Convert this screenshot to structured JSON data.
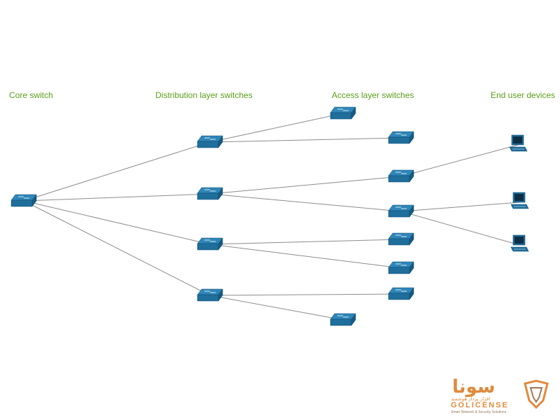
{
  "columns": {
    "core": "Core switch",
    "distribution": "Distribution layer switches",
    "access": "Access layer switches",
    "end_user": "End user devices"
  },
  "colors": {
    "device": "#1f6e9c",
    "device_top": "#2f86b8",
    "link": "#8c8c8c",
    "label": "#5a9e1a",
    "watermark": "#e08a3c"
  },
  "nodes": {
    "core": [
      {
        "id": "core-1",
        "type": "switch"
      }
    ],
    "distribution": [
      {
        "id": "dist-1",
        "type": "switch"
      },
      {
        "id": "dist-2",
        "type": "switch"
      },
      {
        "id": "dist-3",
        "type": "switch"
      },
      {
        "id": "dist-4",
        "type": "switch"
      }
    ],
    "access": [
      {
        "id": "acc-1",
        "type": "switch"
      },
      {
        "id": "acc-2",
        "type": "switch"
      },
      {
        "id": "acc-3",
        "type": "switch"
      },
      {
        "id": "acc-4",
        "type": "switch"
      },
      {
        "id": "acc-5",
        "type": "switch"
      },
      {
        "id": "acc-6",
        "type": "switch"
      },
      {
        "id": "acc-7",
        "type": "switch"
      },
      {
        "id": "acc-8",
        "type": "switch"
      }
    ],
    "end_user": [
      {
        "id": "pc-1",
        "type": "computer"
      },
      {
        "id": "pc-2",
        "type": "computer"
      },
      {
        "id": "pc-3",
        "type": "computer"
      }
    ]
  },
  "links": [
    [
      "core-1",
      "dist-1"
    ],
    [
      "core-1",
      "dist-2"
    ],
    [
      "core-1",
      "dist-3"
    ],
    [
      "core-1",
      "dist-4"
    ],
    [
      "dist-1",
      "acc-1"
    ],
    [
      "dist-1",
      "acc-2"
    ],
    [
      "dist-2",
      "acc-3"
    ],
    [
      "dist-2",
      "acc-4"
    ],
    [
      "dist-3",
      "acc-5"
    ],
    [
      "dist-3",
      "acc-6"
    ],
    [
      "dist-4",
      "acc-7"
    ],
    [
      "dist-4",
      "acc-8"
    ],
    [
      "acc-3",
      "pc-1"
    ],
    [
      "acc-4",
      "pc-2"
    ],
    [
      "acc-4",
      "pc-3"
    ]
  ],
  "watermark": {
    "brand_fa": "سونا",
    "tagline_fa": "افزار پرداز هوشمند",
    "brand_en": "GOLICENSE",
    "tagline_en": "Smart Network & Security Solutions"
  }
}
